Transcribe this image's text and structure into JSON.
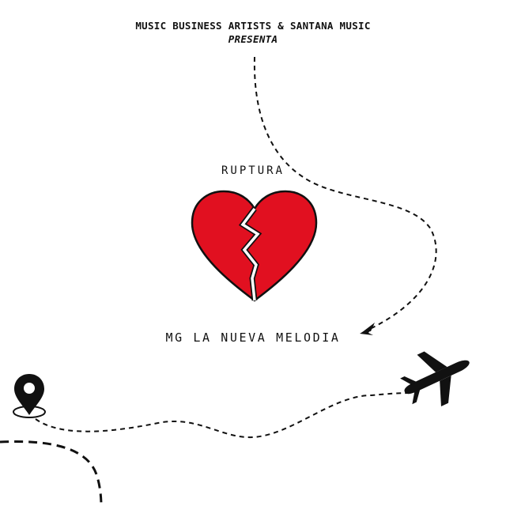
{
  "header": {
    "presenters": "MUSIC BUSINESS ARTISTS & SANTANA MUSIC",
    "presenta": "PRESENTA"
  },
  "song_title": "RUPTURA",
  "artist_name": "MG LA NUEVA MELODIA",
  "icons": [
    "broken-heart-icon",
    "location-pin-icon",
    "airplane-icon",
    "arrowhead-icon"
  ],
  "colors": {
    "background": "#ffffff",
    "ink": "#111111",
    "heart": "#e11020"
  }
}
